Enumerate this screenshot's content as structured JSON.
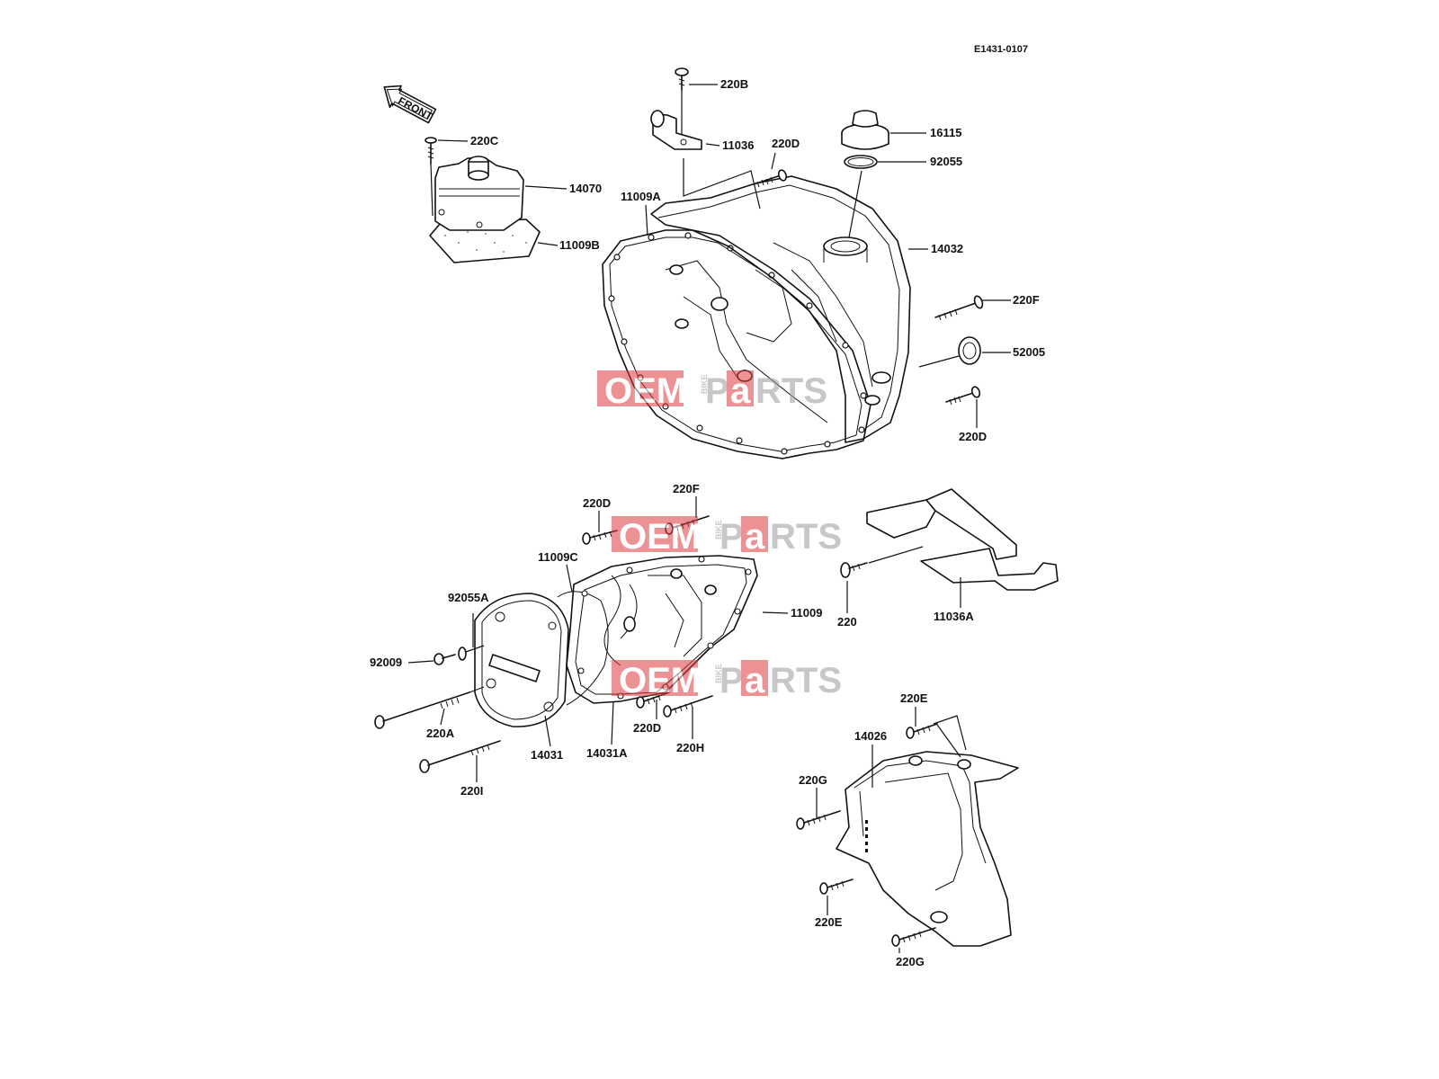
{
  "diagram": {
    "ref_code": "E1431-0107",
    "direction_label": "FRONT"
  },
  "parts": {
    "p220B": "220B",
    "p220C": "220C",
    "p14070": "14070",
    "p11009B": "11009B",
    "p11036": "11036",
    "p220D_top": "220D",
    "p16115": "16115",
    "p92055": "92055",
    "p11009A": "11009A",
    "p14032": "14032",
    "p220F_right": "220F",
    "p52005": "52005",
    "p220D_right": "220D",
    "p220D_mid": "220D",
    "p220F_mid": "220F",
    "p11009C": "11009C",
    "p92055A": "92055A",
    "p11009": "11009",
    "p92009": "92009",
    "p220A": "220A",
    "p14031": "14031",
    "p14031A": "14031A",
    "p220D_low": "220D",
    "p220H": "220H",
    "p220I": "220I",
    "p220": "220",
    "p11036A": "11036A",
    "p220E_top": "220E",
    "p14026": "14026",
    "p220G_top": "220G",
    "p220E_bot": "220E",
    "p220G_bot": "220G"
  },
  "watermark": {
    "brand_left": "OEM",
    "brand_mid": "BIKE",
    "brand_right": "RTS",
    "brand_p": "P",
    "brand_a": "a",
    "color_red": "#e03a3e",
    "color_gray": "#9a9a9a"
  }
}
